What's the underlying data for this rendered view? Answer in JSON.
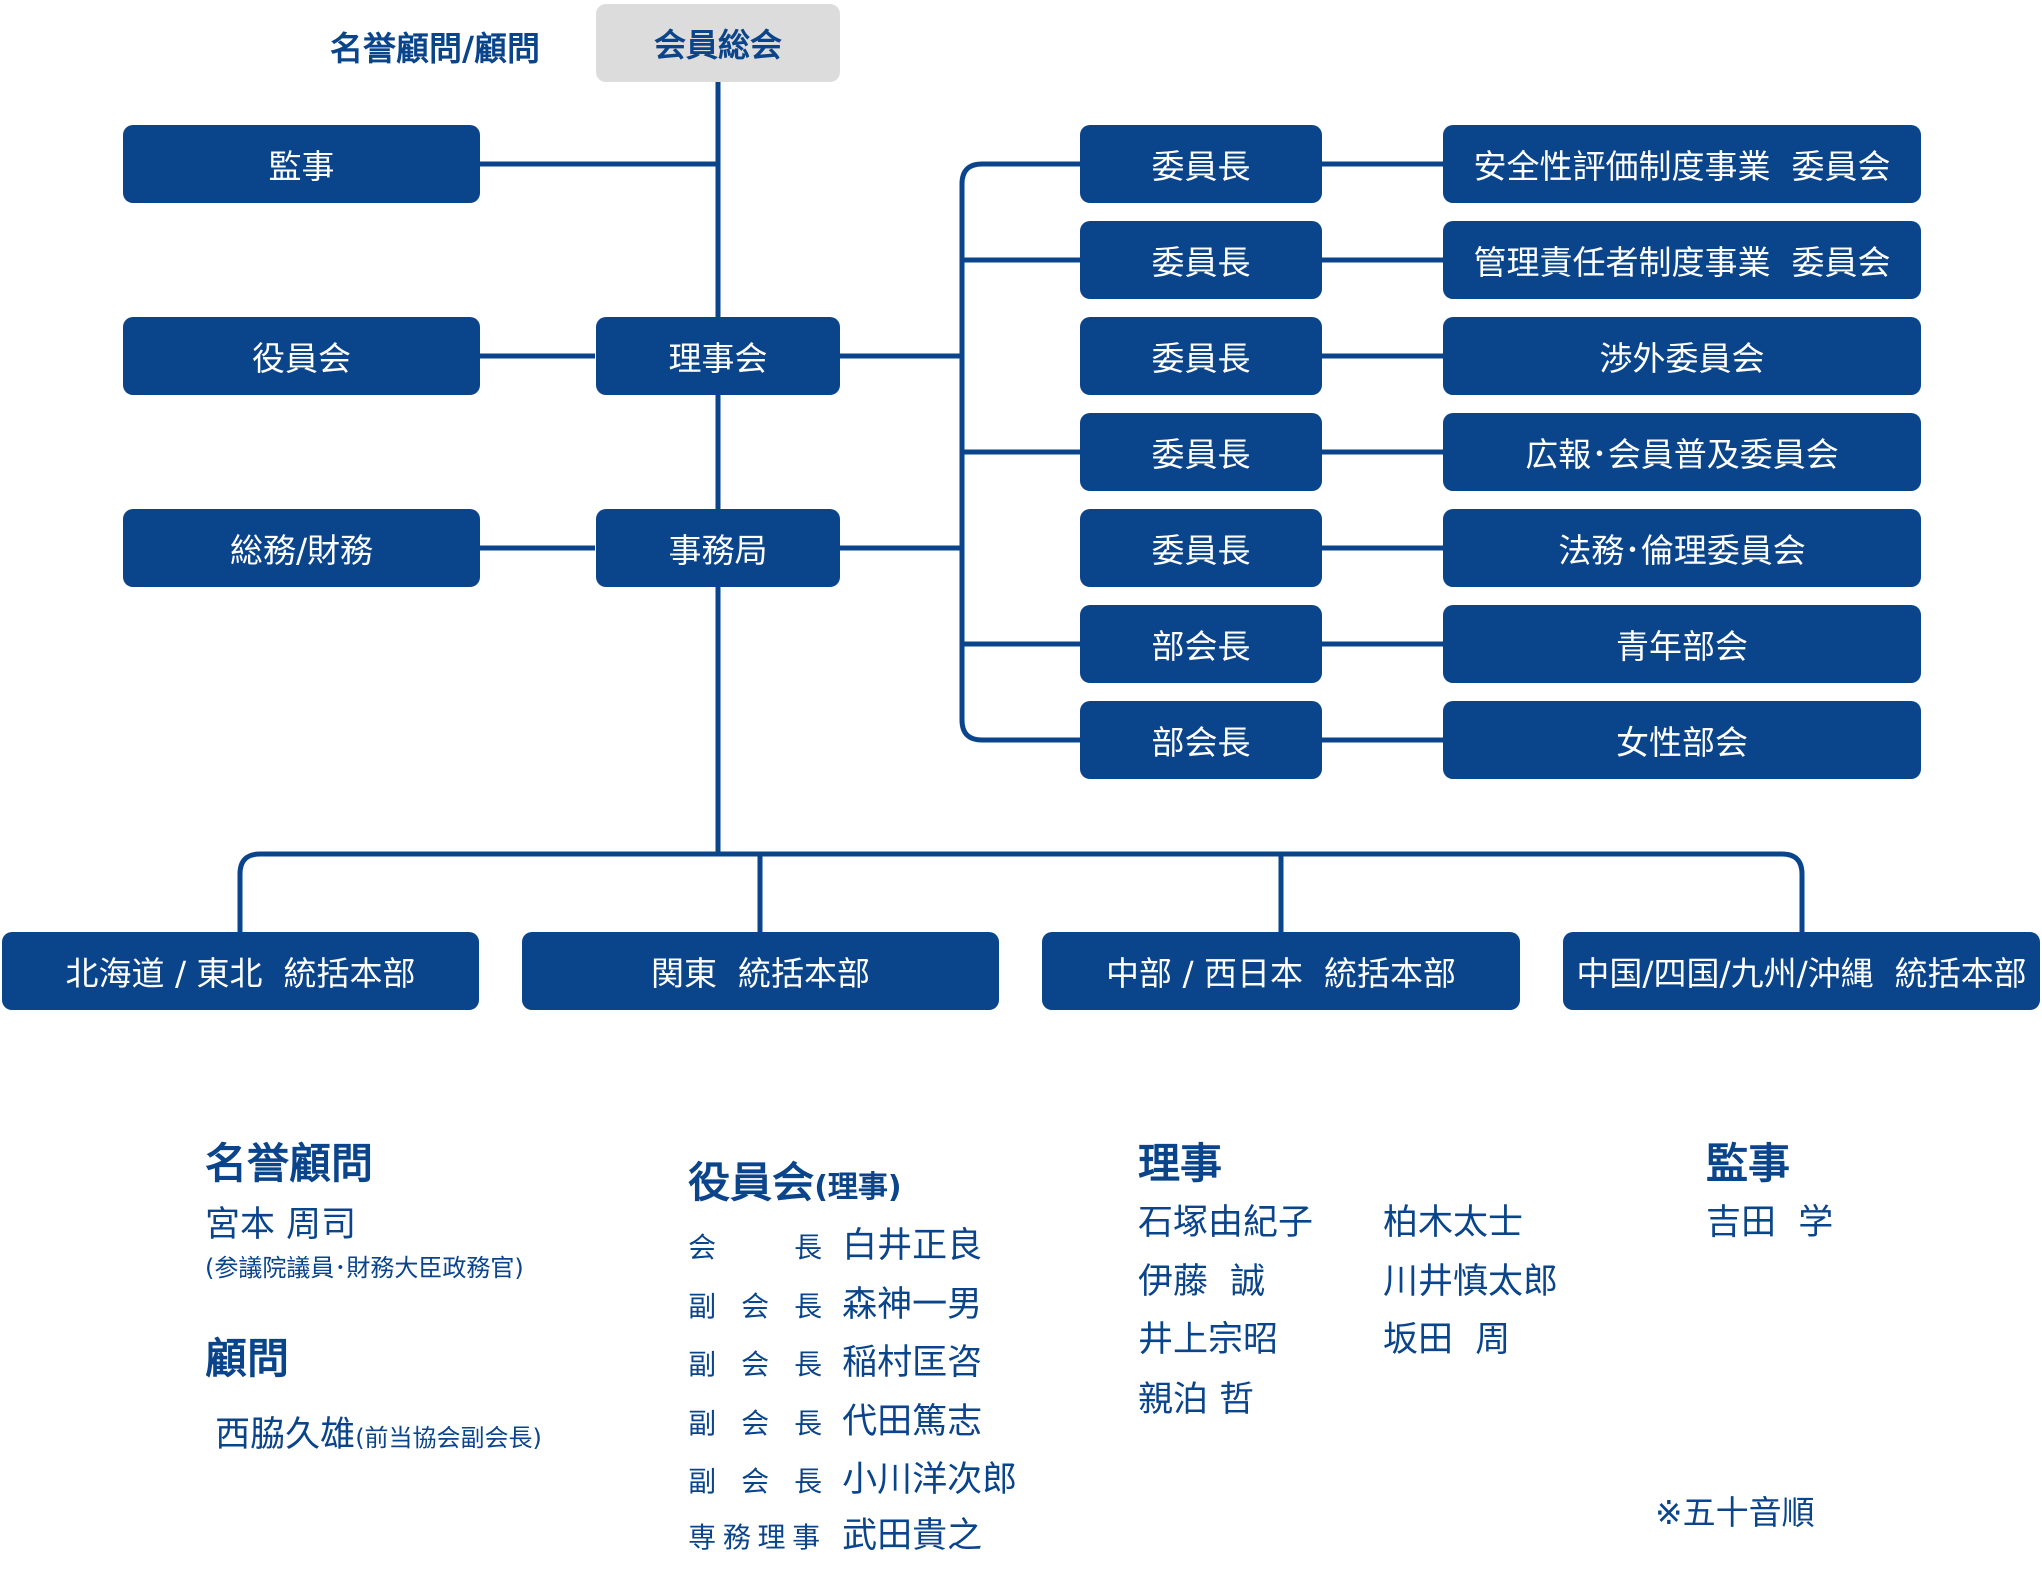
{
  "top": {
    "advisor_label": "名誉顧問/顧問",
    "assembly": "会員総会"
  },
  "left": {
    "audit": "監事",
    "officers": "役員会",
    "general_affairs": "総務/財務"
  },
  "center": {
    "board": "理事会",
    "secretariat": "事務局"
  },
  "committees": [
    {
      "head": "委員長",
      "name": "安全性評価制度事業  委員会"
    },
    {
      "head": "委員長",
      "name": "管理責任者制度事業  委員会"
    },
    {
      "head": "委員長",
      "name": "渉外委員会"
    },
    {
      "head": "委員長",
      "name": "広報･会員普及委員会"
    },
    {
      "head": "委員長",
      "name": "法務･倫理委員会"
    },
    {
      "head": "部会長",
      "name": "青年部会"
    },
    {
      "head": "部会長",
      "name": "女性部会"
    }
  ],
  "regions": [
    "北海道 / 東北  統括本部",
    "関東  統括本部",
    "中部 / 西日本  統括本部",
    "中国/四国/九州/沖縄  統括本部"
  ],
  "roster": {
    "honorary": {
      "heading": "名誉顧問",
      "name": "宮本 周司",
      "note": "(参議院議員･財務大臣政務官)"
    },
    "advisor": {
      "heading": "顧問",
      "name": "西脇久雄",
      "note": "(前当協会副会長)"
    },
    "officers": {
      "heading": "役員会",
      "heading_note": "(理事)",
      "members": [
        {
          "role": "会長",
          "name": "白井正良"
        },
        {
          "role": "副会長",
          "name": "森神一男"
        },
        {
          "role": "副会長",
          "name": "稲村匡咨"
        },
        {
          "role": "副会長",
          "name": "代田篤志"
        },
        {
          "role": "副会長",
          "name": "小川洋次郎"
        },
        {
          "role": "専務理事",
          "name": "武田貴之"
        }
      ]
    },
    "directors": {
      "heading": "理事",
      "col1": [
        "石塚由紀子",
        "伊藤  誠",
        "井上宗昭",
        "親泊 哲"
      ],
      "col2": [
        "柏木太士",
        "川井慎太郎",
        "坂田  周"
      ]
    },
    "auditor": {
      "heading": "監事",
      "name": "吉田  学"
    },
    "footnote": "※五十音順"
  },
  "colors": {
    "primary": "#0a448b",
    "top_box_bg": "#dcdcdc",
    "background": "#ffffff"
  }
}
